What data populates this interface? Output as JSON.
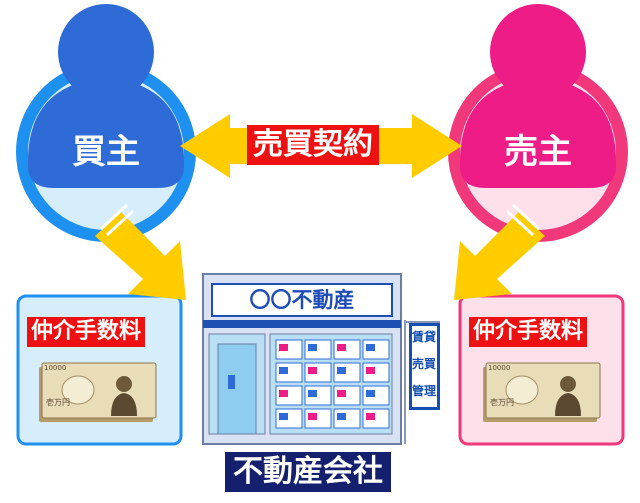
{
  "contract": {
    "label": "売買契約"
  },
  "buyer": {
    "label": "買主",
    "color": "#2e6bd6",
    "ring": "#1e90f0"
  },
  "seller": {
    "label": "売主",
    "color": "#ee1c86",
    "ring": "#f0387a"
  },
  "buyer_fee": {
    "label": "仲介手数料",
    "banknote": [
      "10000",
      "壱万円"
    ]
  },
  "seller_fee": {
    "label": "仲介手数料",
    "banknote": [
      "10000",
      "壱万円"
    ]
  },
  "shop": {
    "sign": "〇〇不動産",
    "flag": [
      "賃貸",
      "売買",
      "管理"
    ]
  },
  "company": {
    "label": "不動産会社"
  },
  "colors": {
    "arrow": "#ffcc00",
    "label_red": "#ee1111",
    "company_bg": "#14206e",
    "store_blue": "#1e50b4"
  }
}
